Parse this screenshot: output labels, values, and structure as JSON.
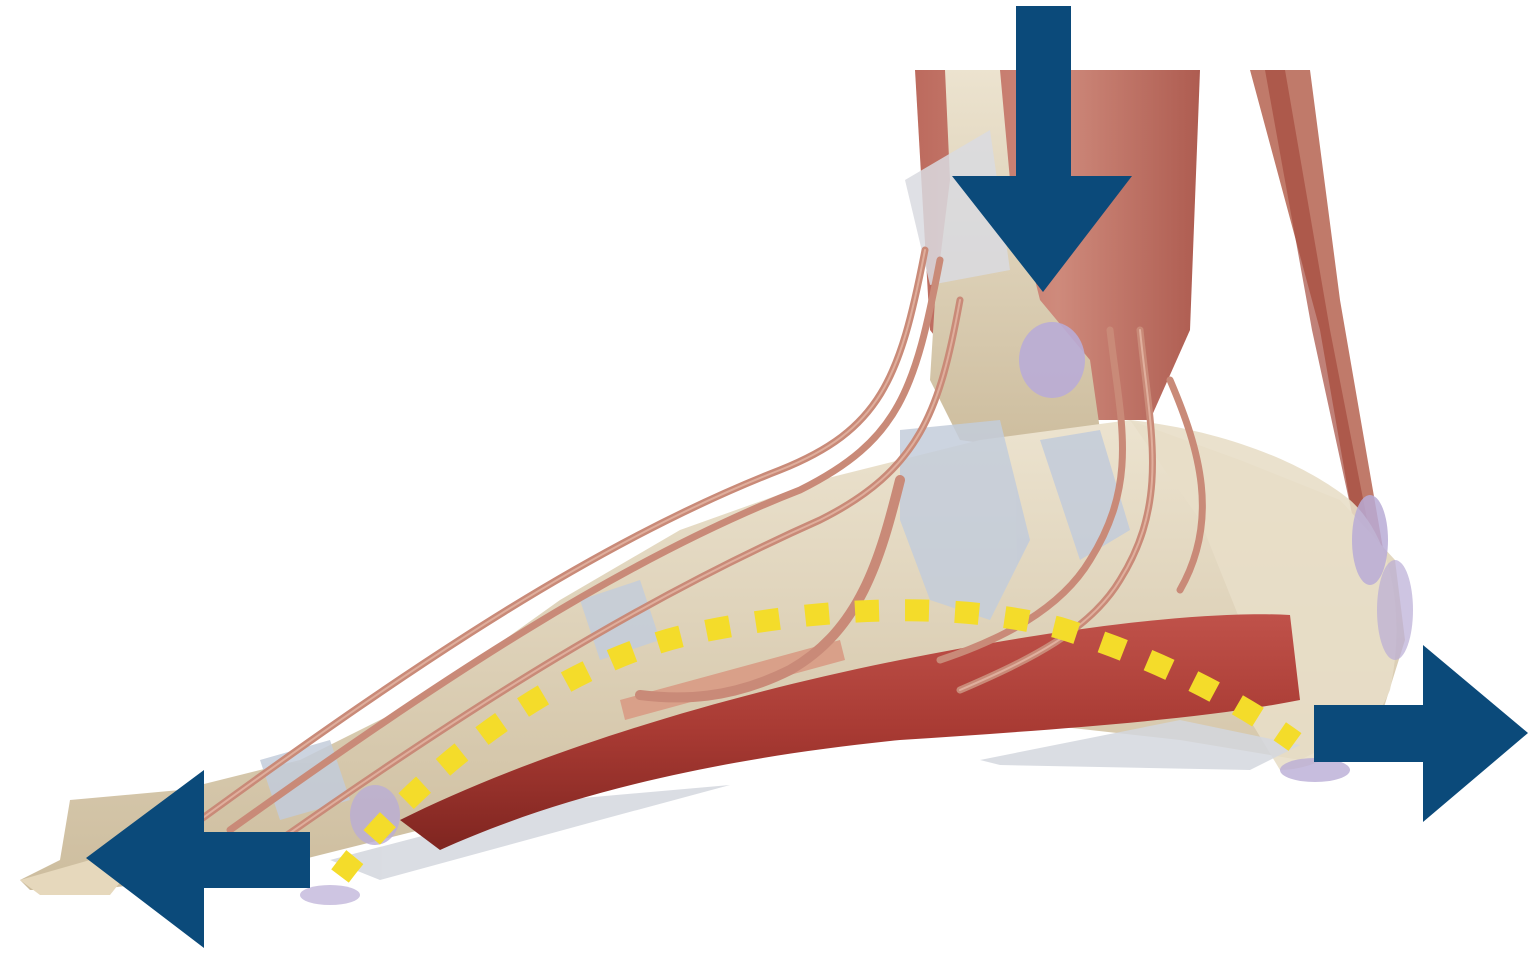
{
  "image": {
    "subject": "foot-arch-load-diagram",
    "background_color": "#ffffff"
  },
  "colors": {
    "arrow": "#0b4a7a",
    "arch_line": "#f4dc2a",
    "bone": "#e3d7bf",
    "bone_shadow": "#c8b89a",
    "muscle": "#b8443a",
    "muscle_dark": "#8f2a24",
    "tendon": "#c98a78",
    "ligament": "#b9c4d6",
    "cartilage": "#b9acd6"
  },
  "arrows": [
    {
      "id": "arrow-down-load",
      "direction": "down",
      "icon": "arrow-down-icon"
    },
    {
      "id": "arrow-left-forefoot",
      "direction": "left",
      "icon": "arrow-left-icon"
    },
    {
      "id": "arrow-right-heel",
      "direction": "right",
      "icon": "arrow-right-icon"
    }
  ],
  "arch_line": {
    "style": "dotted",
    "icon": "dotted-arch-line"
  }
}
